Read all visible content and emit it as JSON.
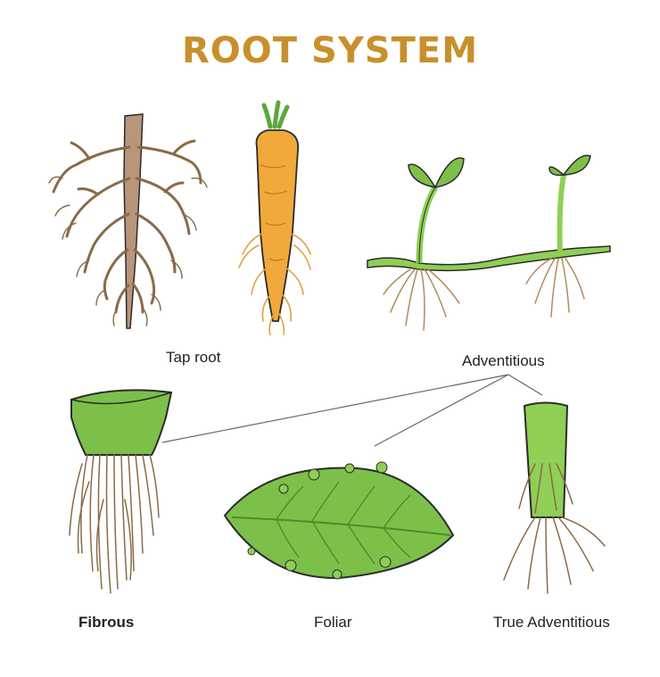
{
  "title": "ROOT SYSTEM",
  "labels": {
    "tap_root": "Tap root",
    "adventitious": "Adventitious",
    "fibrous": "Fibrous",
    "foliar": "Foliar",
    "true_adventitious": "True Adventitious"
  },
  "colors": {
    "title": "#c98f2a",
    "root_brown": "#8a6a47",
    "root_light": "#b08a5c",
    "carrot_orange": "#f2a93b",
    "carrot_root": "#e0a13c",
    "leaf_green": "#7cc04a",
    "leaf_dark": "#4f8a2b",
    "stem_green": "#8fcf55",
    "outline": "#2b2b2b",
    "connector": "#666666"
  }
}
